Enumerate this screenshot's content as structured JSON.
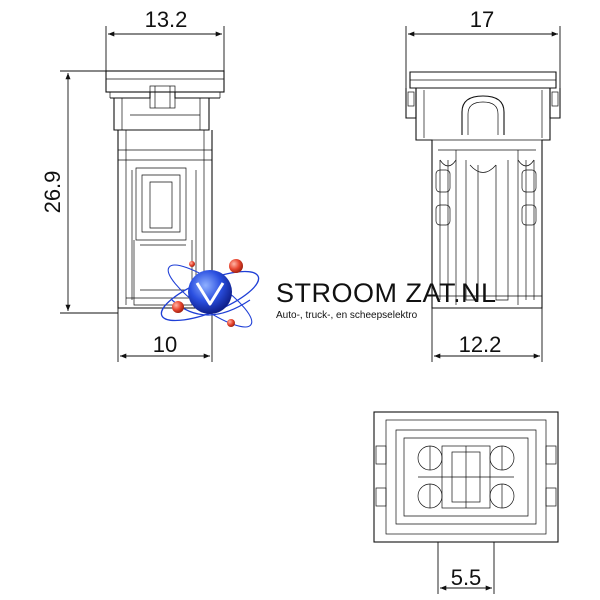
{
  "dimensions": {
    "side_width": "13.2",
    "side_height": "26.9",
    "side_bottom_width": "10",
    "front_width": "17",
    "front_bottom_width": "12.2",
    "bottom_view_width": "5.5"
  },
  "logo": {
    "title": "STROOM ZAT.NL",
    "subtitle": "Auto-, truck-, en scheepselektro"
  },
  "colors": {
    "line": "#111111",
    "logo_blue": "#1f3fd6",
    "logo_red": "#e8452f"
  }
}
